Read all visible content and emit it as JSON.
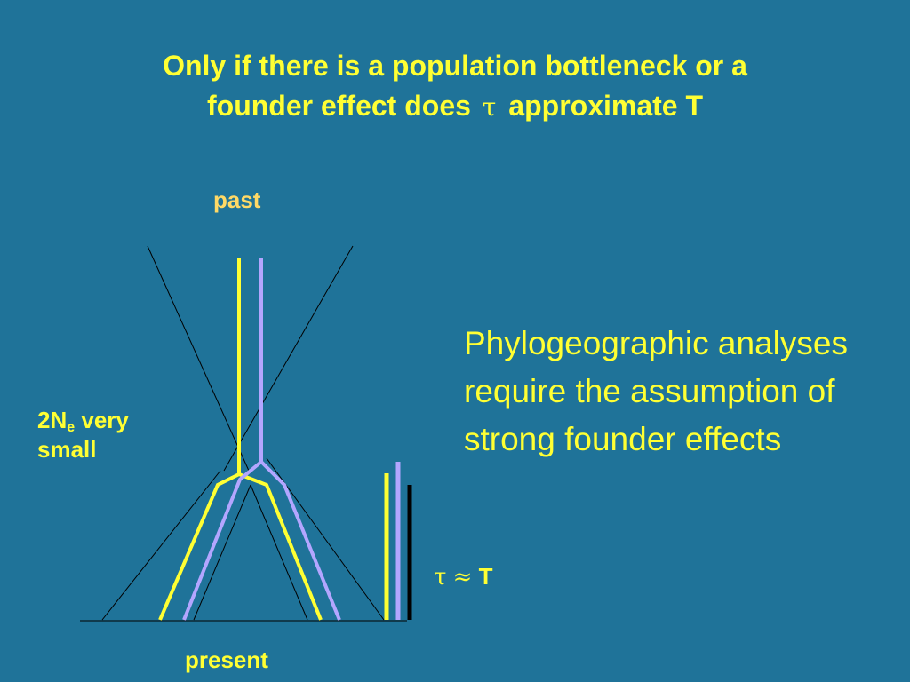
{
  "title": {
    "line1": "Only if there is a population bottleneck or a",
    "line2_start": "founder effect does",
    "tau": "τ",
    "line2_end": "approximate T"
  },
  "labels": {
    "past": "past",
    "present": "present",
    "ne_main": "2N",
    "ne_sub": "e",
    "ne_rest": " very",
    "ne_line2": "small",
    "approx_tau": "τ",
    "approx_sym": "≈",
    "approx_T": "T"
  },
  "body_text": "Phylogeographic analyses require the assumption of strong founder effects",
  "colors": {
    "background": "#1f7399",
    "text": "#ffff33",
    "lineage_yellow": "#ffff33",
    "lineage_purple": "#b3a6ff",
    "population_outline": "#000000"
  }
}
